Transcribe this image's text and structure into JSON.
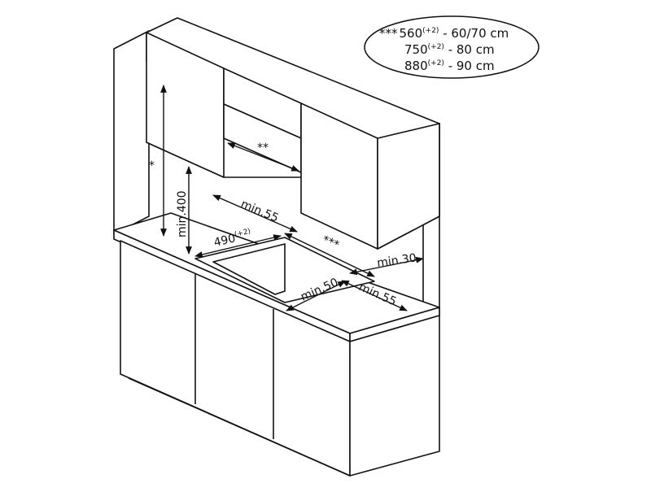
{
  "legend": {
    "line1": {
      "marker": "***",
      "value": "560",
      "sup": "(+2)",
      "text": " - 60/70 cm"
    },
    "line2": {
      "value": "750",
      "sup": "(+2)",
      "text": " - 80 cm"
    },
    "line3": {
      "value": "880",
      "sup": "(+2)",
      "text": " - 90 cm"
    }
  },
  "labels": {
    "star_single": "*",
    "star_double": "**",
    "star_triple": "***",
    "min_400": "min.400",
    "min_55_back": "min.55",
    "min_55_side": "min.55",
    "cutout_depth": "490",
    "cutout_depth_sup": "(+2)",
    "min_30": "min.30",
    "min_50": "min.50"
  },
  "colors": {
    "line": "#111111",
    "background": "#ffffff"
  }
}
